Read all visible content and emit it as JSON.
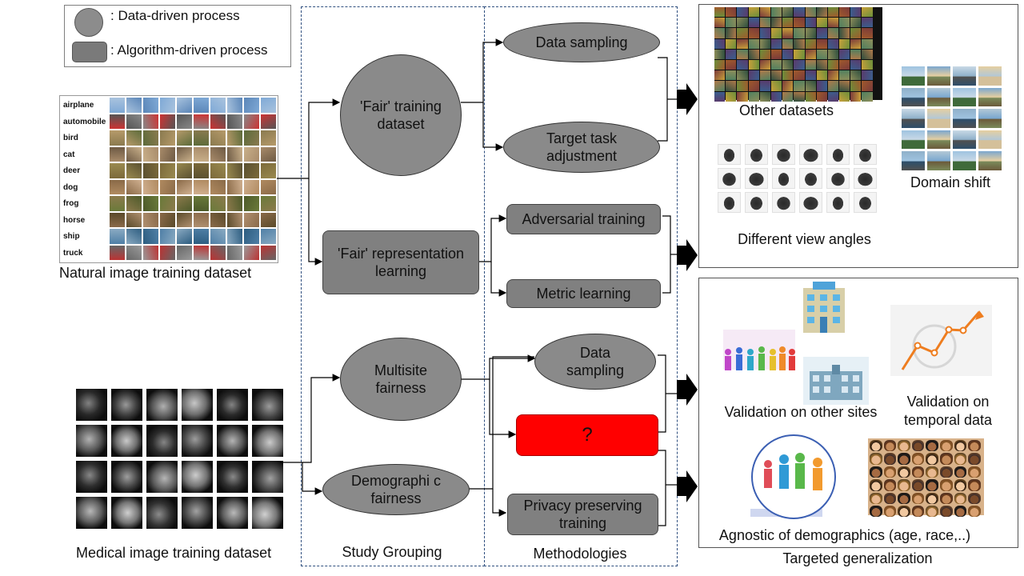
{
  "legend": {
    "data_driven": ": Data-driven process",
    "algorithm_driven": ": Algorithm-driven process"
  },
  "inputs": {
    "natural_caption": "Natural image training dataset",
    "medical_caption": "Medical image training dataset",
    "cifar_classes": [
      "airplane",
      "automobile",
      "bird",
      "cat",
      "deer",
      "dog",
      "frog",
      "horse",
      "ship",
      "truck"
    ]
  },
  "study_groups": {
    "fair_dataset": "'Fair' training dataset",
    "fair_representation": "'Fair' representation learning",
    "multisite": "Multisite fairness",
    "demographic": "Demographi c fairness",
    "caption": "Study Grouping"
  },
  "methods": {
    "data_sampling_1": "Data sampling",
    "target_task": "Target task adjustment",
    "adversarial": "Adversarial training",
    "metric": "Metric learning",
    "data_sampling_2": "Data sampling",
    "unknown": "?",
    "privacy": "Privacy preserving training",
    "caption": "Methodologies"
  },
  "outputs": {
    "other_datasets": "Other datasets",
    "domain_shift": "Domain shift",
    "view_angles": "Different view angles",
    "validation_sites": "Validation on other sites",
    "validation_temporal": "Validation on temporal data",
    "agnostic": "Agnostic of demographics (age, race,..)",
    "caption": "Targeted generalization"
  },
  "colors": {
    "node_gray": "#8a8a8a",
    "rect_gray": "#808080",
    "unknown_red": "#ff0000",
    "dash_blue": "#2f4f7f"
  }
}
